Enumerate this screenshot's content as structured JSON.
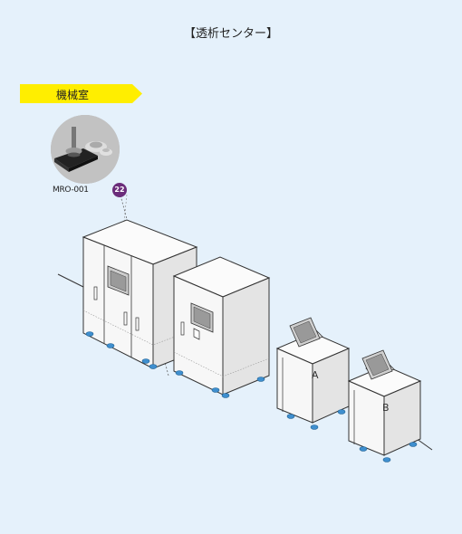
{
  "title": "【透析センター】",
  "room": {
    "label": "機械室",
    "color": "#ffee00"
  },
  "part": {
    "code": "MRO-001",
    "badge": "22",
    "badge_color": "#6b2d7a",
    "icon": "leveling-foot-adjuster-photo"
  },
  "units": {
    "a_label": "A",
    "b_label": "B"
  },
  "colors": {
    "background": "#e5f1fb",
    "machine_front": "#f7f7f7",
    "machine_side": "#e4e4e4",
    "machine_top": "#fbfbfb",
    "caster": "#3f8fcf"
  }
}
